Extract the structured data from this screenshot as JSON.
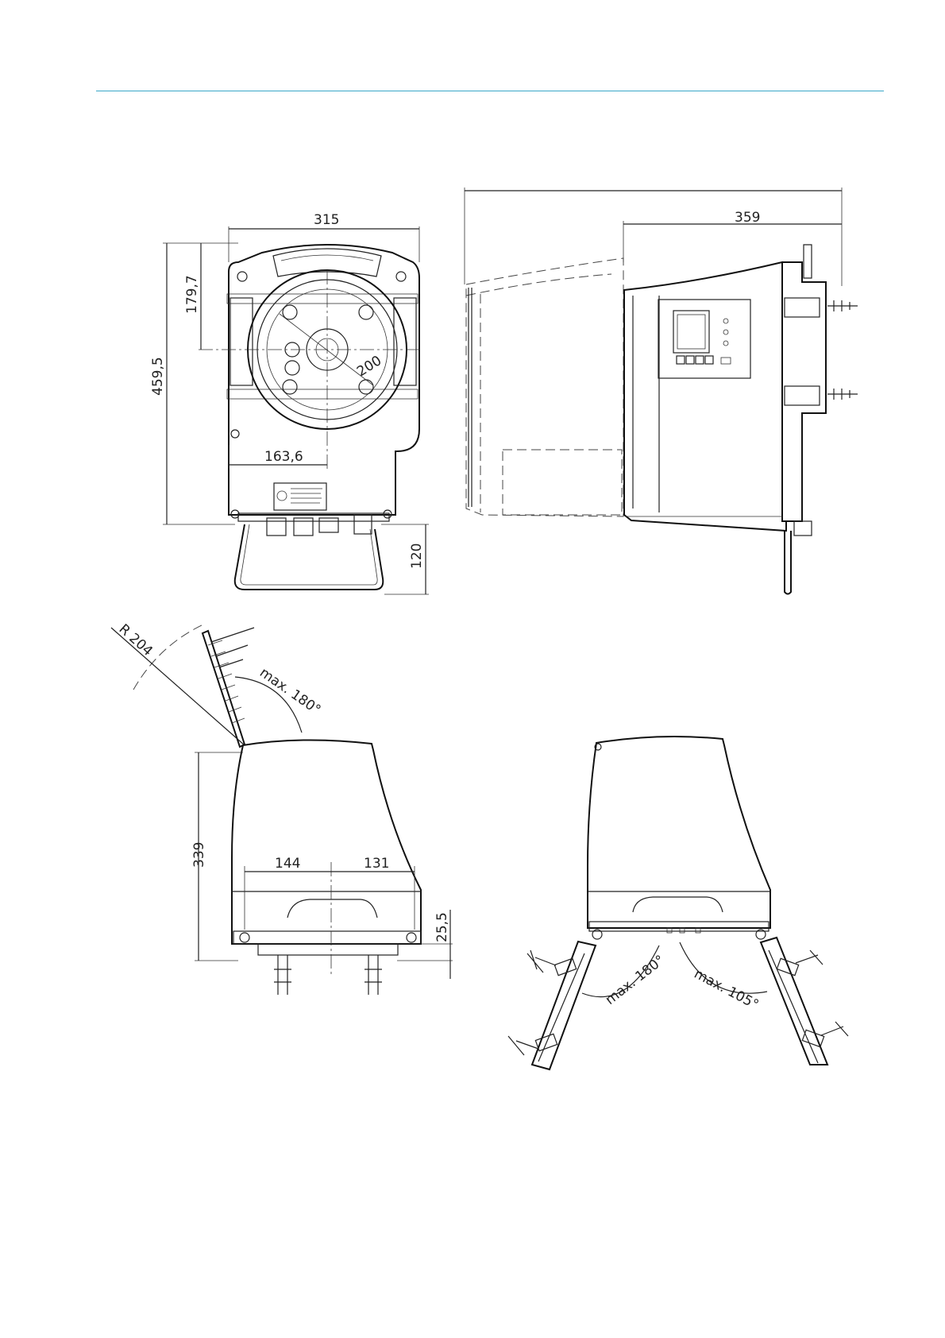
{
  "header": {
    "rule_color": "#3aa7c9"
  },
  "front_view": {
    "width_label": "315",
    "height_label": "459,5",
    "upper_height_label": "179,7",
    "diameter_label": "200",
    "offset_label": "163,6",
    "handle_height_label": "120"
  },
  "side_view": {
    "depth_label": "359"
  },
  "open_lid_view": {
    "radius_label": "R 204",
    "angle_label": "max. 180°",
    "height_label": "339",
    "left_offset_label": "144",
    "right_offset_label": "131",
    "base_height_label": "25,5"
  },
  "open_door_view": {
    "left_angle_label": "max. 180°",
    "right_angle_label": "max. 105°"
  }
}
